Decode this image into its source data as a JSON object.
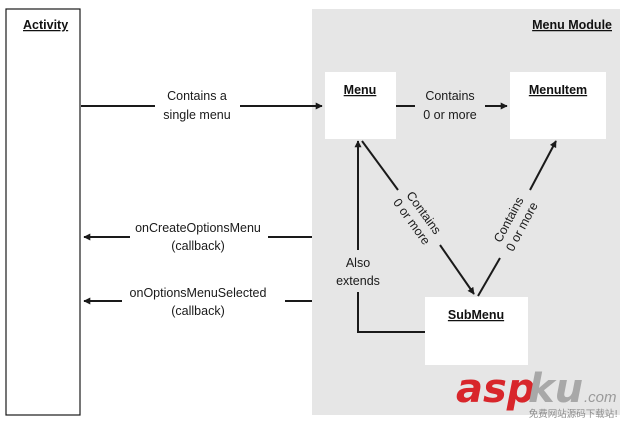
{
  "activity": {
    "title": "Activity"
  },
  "module": {
    "title": "Menu Module"
  },
  "nodes": {
    "menu": "Menu",
    "menuitem": "MenuItem",
    "submenu": "SubMenu"
  },
  "edges": {
    "contains_single": [
      "Contains a",
      "single menu"
    ],
    "menu_to_item": [
      "Contains",
      "0 or more"
    ],
    "menu_to_submenu": [
      "Contains",
      "0 or more"
    ],
    "submenu_to_item": [
      "Contains",
      "0 or more"
    ],
    "also_extends": [
      "Also",
      "extends"
    ],
    "on_create": [
      "onCreateOptionsMenu",
      "(callback)"
    ],
    "on_selected": [
      "onOptionsMenuSelected",
      "(callback)"
    ]
  },
  "watermark": {
    "brand_a": "asp",
    "brand_b": "ku",
    "suffix": ".com",
    "sub": "免费网站源码下载站!"
  },
  "colors": {
    "module_bg": "#e6e6e6",
    "line": "#1a1a1a",
    "watermark_red": "#d8262b",
    "watermark_gray": "#a8a8a8"
  }
}
